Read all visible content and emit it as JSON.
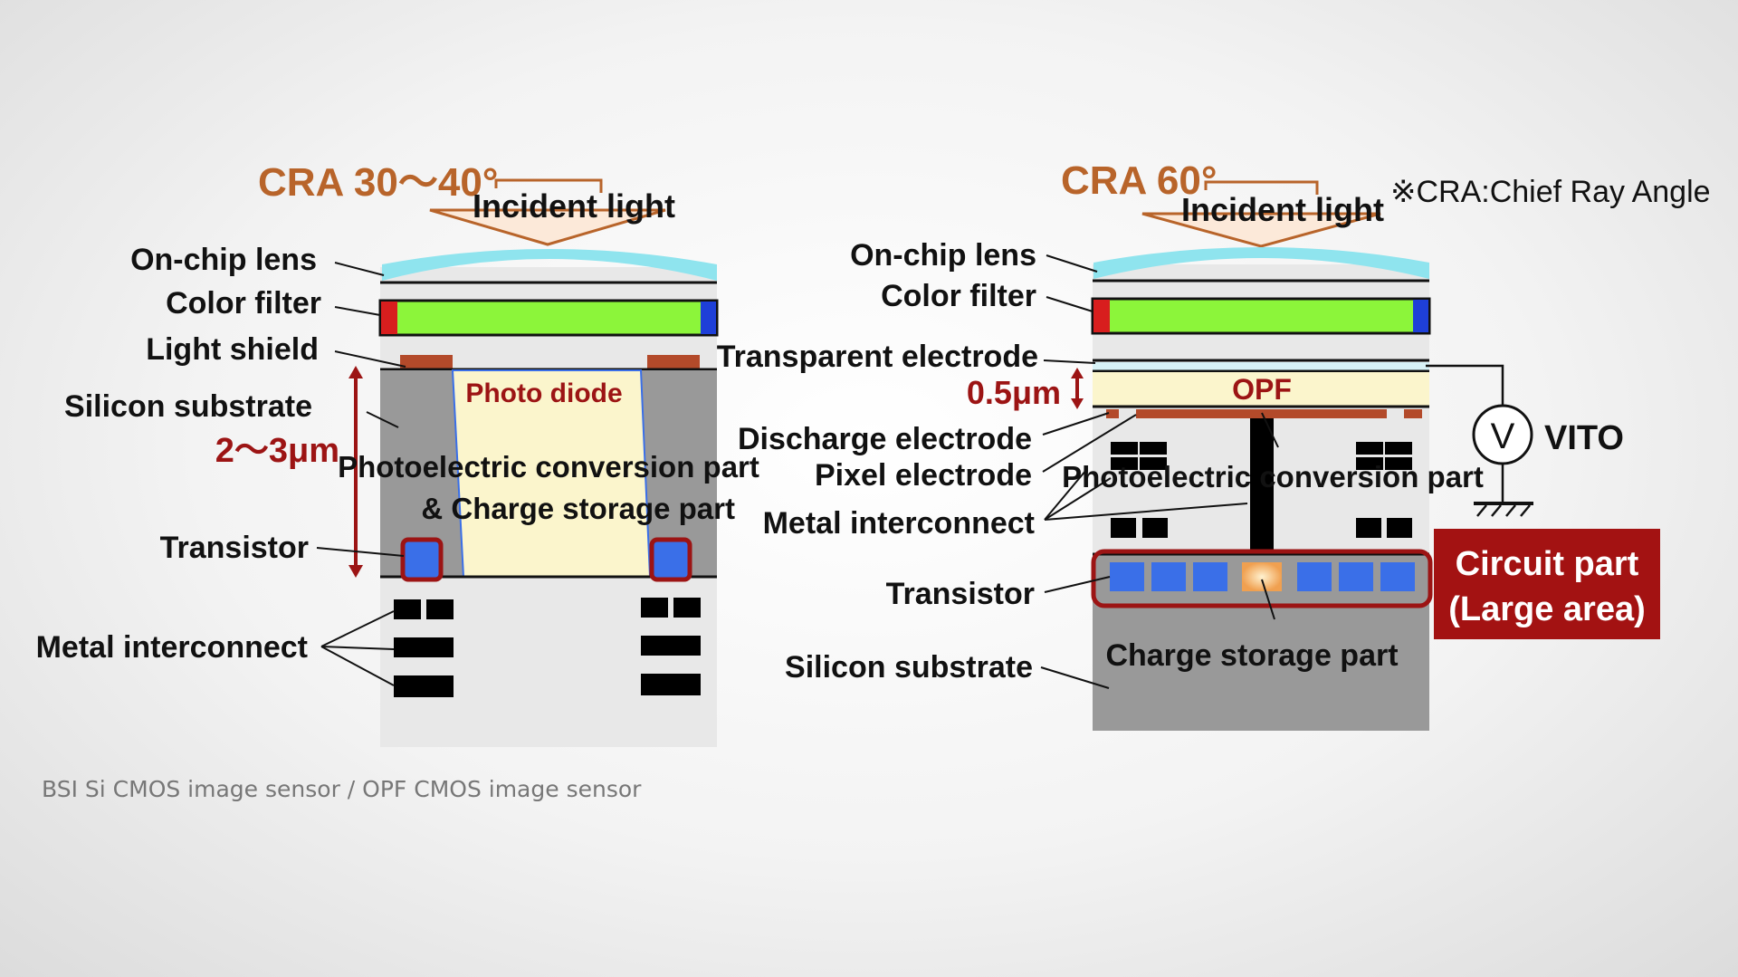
{
  "left": {
    "cra": "CRA 30～40°",
    "incident": "Incident light",
    "on_chip_lens": "On-chip lens",
    "color_filter": "Color filter",
    "light_shield": "Light shield",
    "silicon_substrate": "Silicon substrate",
    "thickness": "2～3μm",
    "photo_diode": "Photo diode",
    "conv_line1": "Photoelectric conversion part",
    "conv_line2": "& Charge storage part",
    "transistor": "Transistor",
    "metal": "Metal interconnect"
  },
  "right": {
    "cra": "CRA 60°",
    "incident": "Incident light",
    "note": "※CRA:Chief Ray Angle",
    "on_chip_lens": "On-chip lens",
    "color_filter": "Color filter",
    "transparent": "Transparent electrode",
    "thickness": "0.5μm",
    "opf": "OPF",
    "discharge": "Discharge electrode",
    "pixel": "Pixel electrode",
    "conv": "Photoelectric conversion part",
    "metal": "Metal interconnect",
    "transistor": "Transistor",
    "storage": "Charge storage part",
    "silicon_substrate": "Silicon substrate",
    "v_symbol": "V",
    "vito": "VITO",
    "circuit_line1": "Circuit part",
    "circuit_line2": "(Large area)"
  },
  "caption": "BSI Si CMOS image sensor / OPF CMOS image sensor",
  "colors": {
    "cra": "#b8642a",
    "dark_red": "#9c1414",
    "lens": "#8fe4ee",
    "filter_green": "#8cf53a",
    "filter_red": "#d81e1e",
    "filter_blue": "#1e3fd8",
    "shield": "#b34a2a",
    "photodiode": "#fbf5cc",
    "transistor": "#3a6fe8",
    "storage": "#f0a050",
    "silicon": "#999999"
  }
}
